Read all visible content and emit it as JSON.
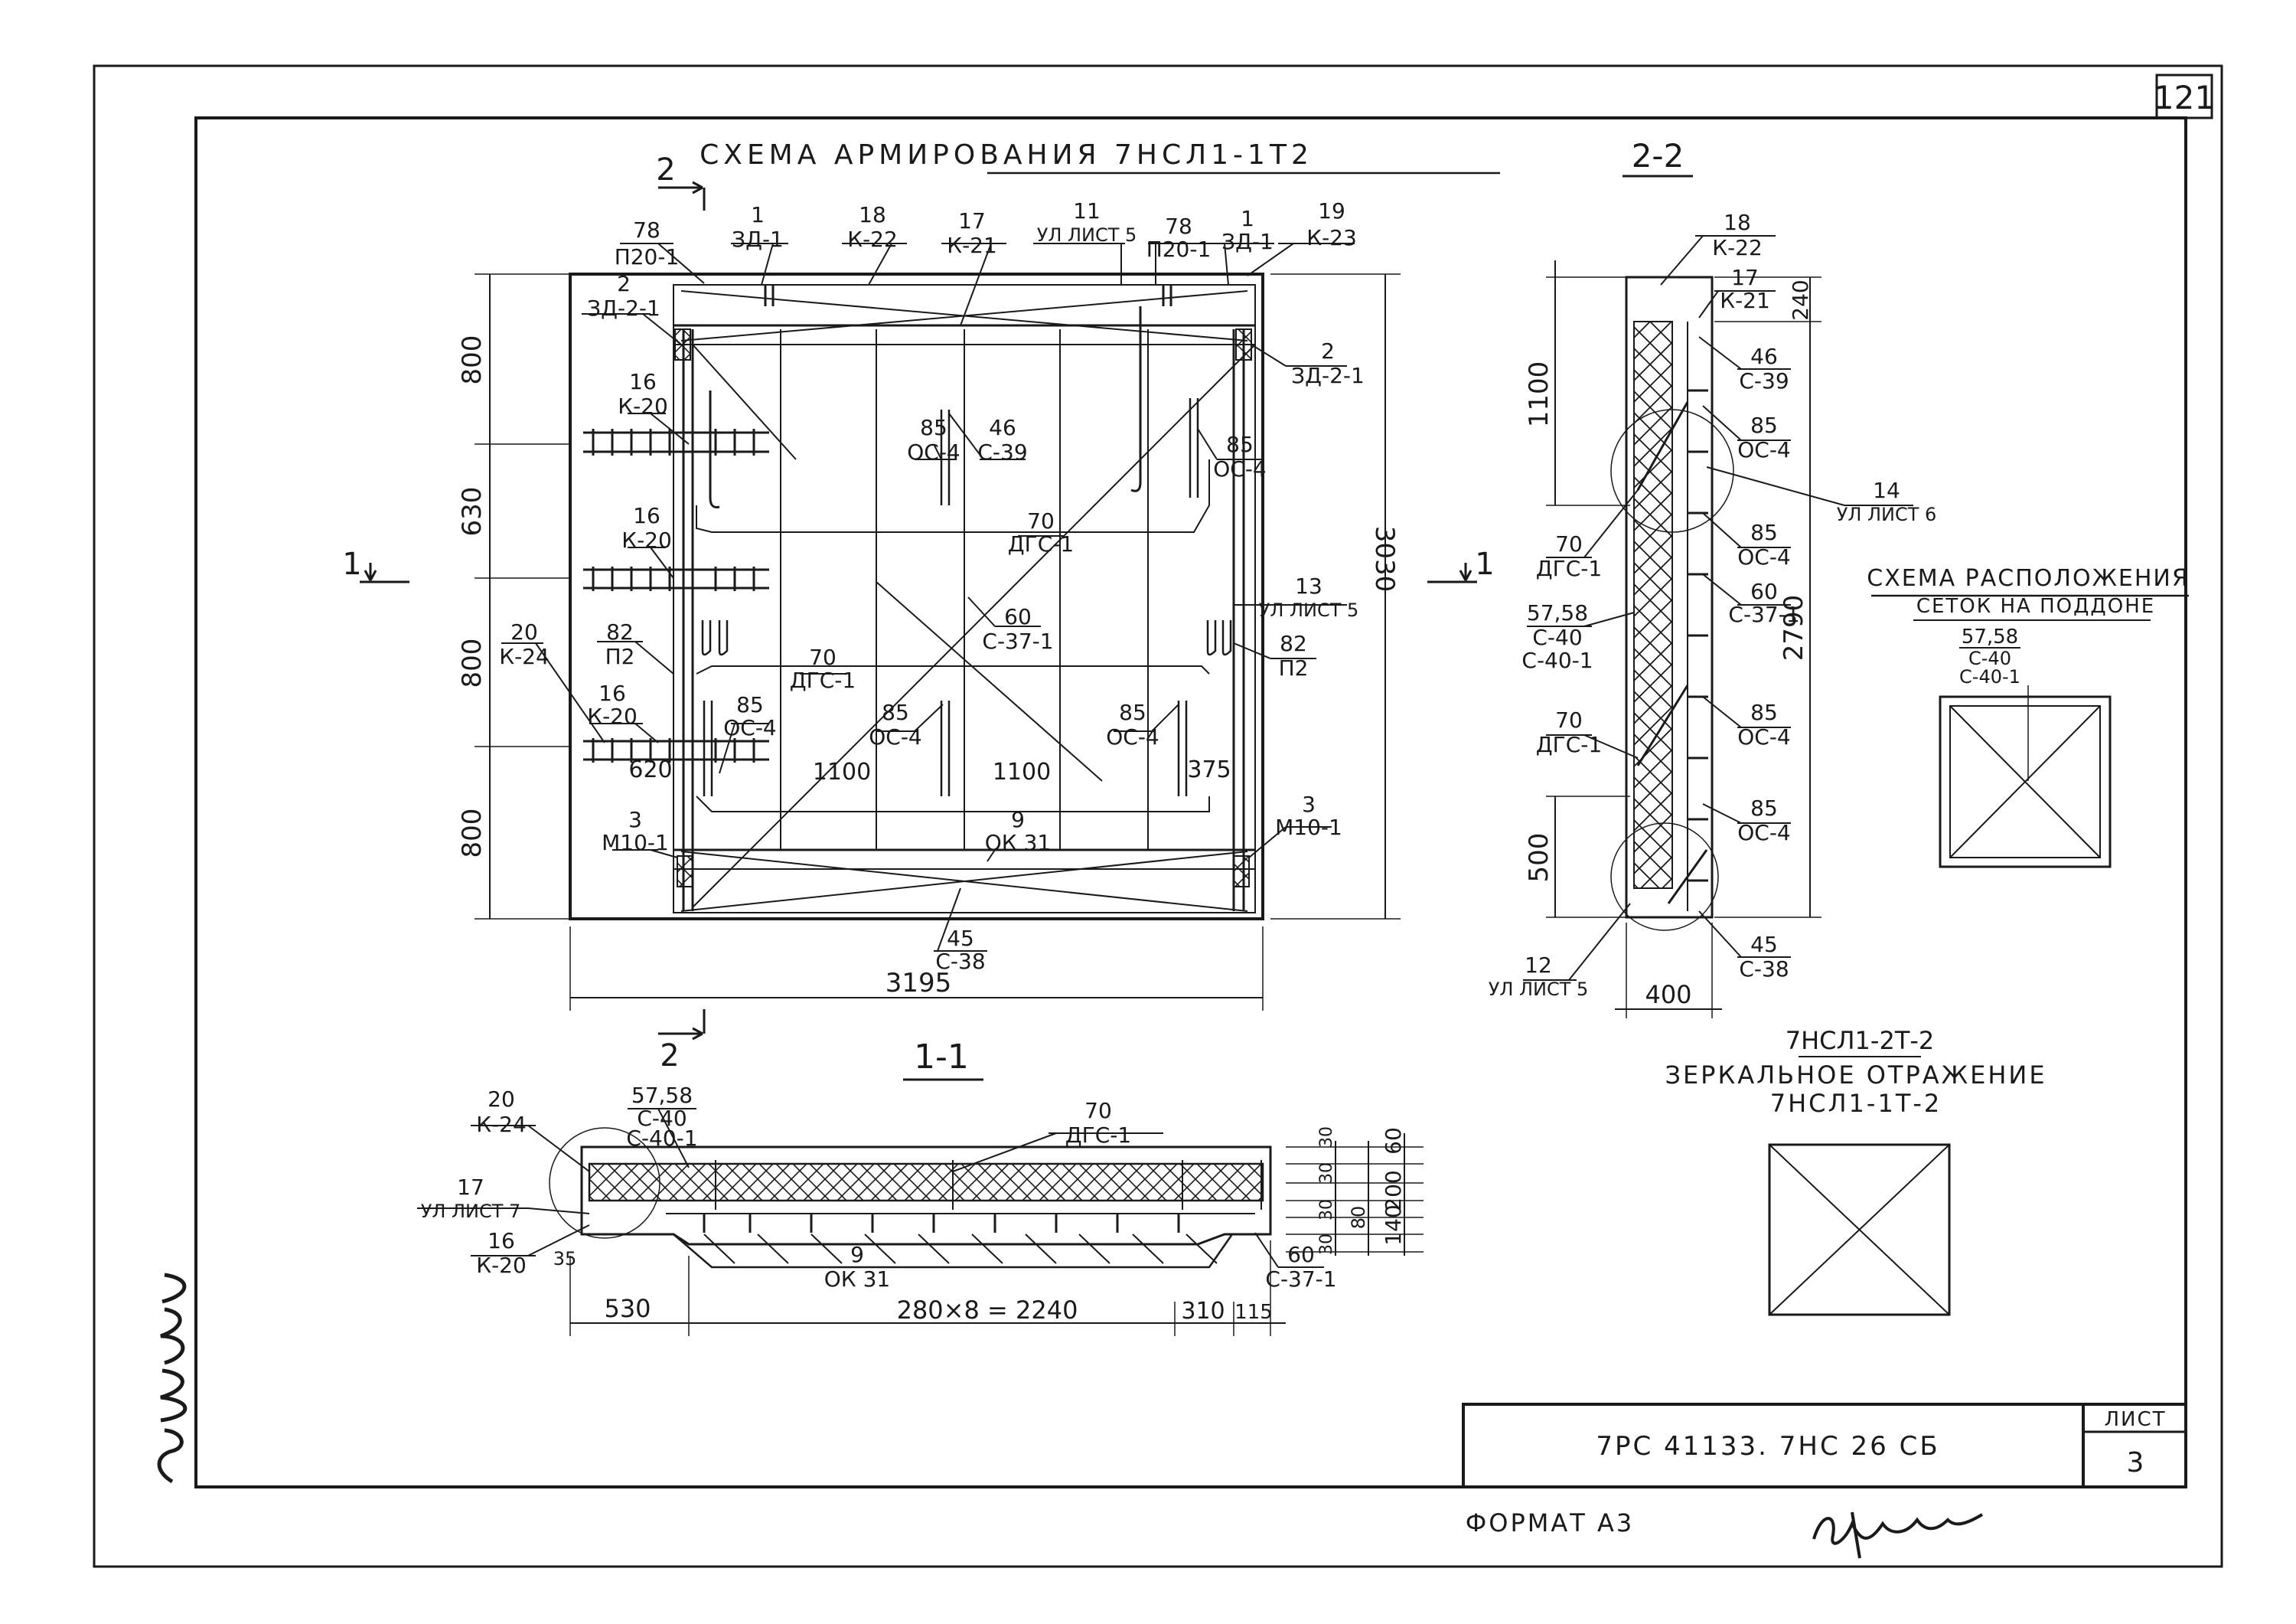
{
  "sheet_number": "121",
  "main_title": "СХЕМА АРМИРОВАНИЯ 7НСЛ1-1Т2",
  "section_22_title": "2-2",
  "section_11_title": "1-1",
  "cut_labels": {
    "cut_2_top": "2",
    "cut_2_bottom": "2",
    "cut_1_left": "1",
    "cut_1_right": "1"
  },
  "dimensions": {
    "h_800_a": "800",
    "h_630": "630",
    "h_800_b": "800",
    "h_800_c": "800",
    "h_3030": "3030",
    "w_3195": "3195",
    "d_620": "620",
    "d_1100_a": "1100",
    "d_1100_b": "1100",
    "d_375": "375",
    "s_1100": "1100",
    "s_240": "240",
    "s_2790": "2790",
    "s_500": "500",
    "s_400": "400",
    "b_530": "530",
    "b_280x8": "280×8 = 2240",
    "b_310": "310",
    "b_115": "115",
    "b_35": "35",
    "r_60": "60",
    "r_30a": "30",
    "r_30b": "30",
    "r_200": "200",
    "r_140": "140",
    "r_30c": "30",
    "r_80": "80",
    "r_30d": "30"
  },
  "plan_callouts": [
    {
      "num": "78",
      "code": "П20-1"
    },
    {
      "num": "1",
      "code": "ЗД-1"
    },
    {
      "num": "18",
      "code": "К-22"
    },
    {
      "num": "17",
      "code": "К-21"
    },
    {
      "num": "11",
      "code": "УЛ ЛИСТ 5"
    },
    {
      "num": "78",
      "code": "П20-1"
    },
    {
      "num": "1",
      "code": "ЗД-1"
    },
    {
      "num": "19",
      "code": "К-23"
    },
    {
      "num": "2",
      "code": "ЗД-2-1"
    },
    {
      "num": "2",
      "code": "ЗД-2-1"
    },
    {
      "num": "16",
      "code": "К-20"
    },
    {
      "num": "85",
      "code": "ОС-4"
    },
    {
      "num": "46",
      "code": "С-39"
    },
    {
      "num": "85",
      "code": "ОС-4"
    },
    {
      "num": "16",
      "code": "К-20"
    },
    {
      "num": "70",
      "code": "ДГС-1"
    },
    {
      "num": "13",
      "code": "УЛ ЛИСТ 5"
    },
    {
      "num": "20",
      "code": "К-24"
    },
    {
      "num": "82",
      "code": "П2"
    },
    {
      "num": "60",
      "code": "С-37-1"
    },
    {
      "num": "82",
      "code": "П2"
    },
    {
      "num": "70",
      "code": "ДГС-1"
    },
    {
      "num": "16",
      "code": "К-20"
    },
    {
      "num": "85",
      "code": "ОС-4"
    },
    {
      "num": "85",
      "code": "ОС-4"
    },
    {
      "num": "85",
      "code": "ОС-4"
    },
    {
      "num": "3",
      "code": "М10-1"
    },
    {
      "num": "9",
      "code": "ОК 31"
    },
    {
      "num": "3",
      "code": "М10-1"
    },
    {
      "num": "45",
      "code": "С-38"
    }
  ],
  "side_callouts": [
    {
      "num": "18",
      "code": "К-22"
    },
    {
      "num": "17",
      "code": "К-21"
    },
    {
      "num": "46",
      "code": "С-39"
    },
    {
      "num": "85",
      "code": "ОС-4"
    },
    {
      "num": "14",
      "code": "УЛ ЛИСТ 6"
    },
    {
      "num": "85",
      "code": "ОС-4"
    },
    {
      "num": "70",
      "code": "ДГС-1"
    },
    {
      "num": "60",
      "code": "С-37-1"
    },
    {
      "num": "57,58",
      "code": "С-40",
      "code2": "С-40-1"
    },
    {
      "num": "70",
      "code": "ДГС-1"
    },
    {
      "num": "85",
      "code": "ОС-4"
    },
    {
      "num": "85",
      "code": "ОС-4"
    },
    {
      "num": "12",
      "code": "УЛ ЛИСТ 5"
    },
    {
      "num": "45",
      "code": "С-38"
    }
  ],
  "section_callouts": [
    {
      "num": "20",
      "code": "К-24"
    },
    {
      "num": "57,58",
      "code": "С-40",
      "code2": "С-40-1"
    },
    {
      "num": "70",
      "code": "ДГС-1"
    },
    {
      "num": "17",
      "code": "УЛ ЛИСТ 7"
    },
    {
      "num": "16",
      "code": "К-20"
    },
    {
      "num": "9",
      "code": "ОК 31"
    },
    {
      "num": "60",
      "code": "С-37-1"
    }
  ],
  "pallet_scheme": {
    "title_line1": "СХЕМА РАСПОЛОЖЕНИЯ",
    "title_line2": "СЕТОК НА ПОДДОНЕ",
    "mark_num": "57,58",
    "mark_code1": "С-40",
    "mark_code2": "С-40-1"
  },
  "mirror_note": {
    "mark": "7НСЛ1-2Т-2",
    "line1": "ЗЕРКАЛЬНОЕ ОТРАЖЕНИЕ",
    "line2": "7НСЛ1-1Т-2"
  },
  "title_block": {
    "code": "7РС 41133. 7НС 26 СБ",
    "sheet_label": "ЛИСТ",
    "sheet_value": "3"
  },
  "format_label": "ФОРМАТ А3"
}
